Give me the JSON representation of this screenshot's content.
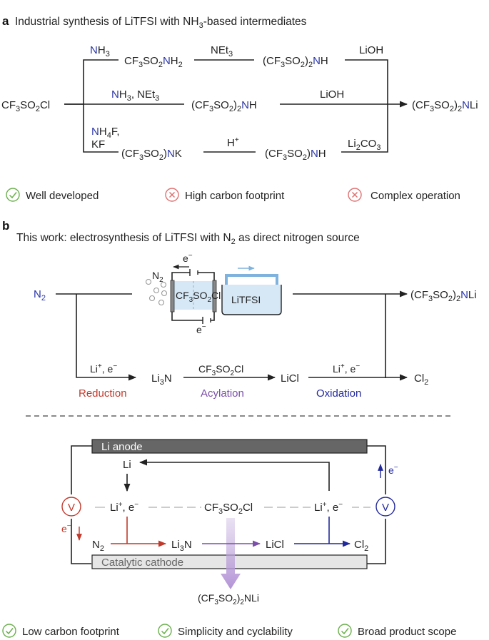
{
  "panel_a": {
    "label": "a",
    "title_pre": "Industrial synthesis of LiTFSI with NH",
    "title_sub": "3",
    "title_post": "-based intermediates",
    "start": {
      "a": "CF",
      "b": "3",
      "c": "SO",
      "d": "2",
      "e": "Cl"
    },
    "top": {
      "reagent_n": "N",
      "reagent_h": "H",
      "reagent_sub": "3",
      "inter": {
        "a": "CF",
        "b": "3",
        "c": "SO",
        "d": "2",
        "e": "N",
        "f": "H",
        "g": "2"
      },
      "reagent2": "NEt",
      "reagent2_sub": "3",
      "inter2": {
        "a": "(CF",
        "b": "3",
        "c": "SO",
        "d": "2",
        "e": ")",
        "f": "2",
        "g": "N",
        "h": "H"
      },
      "reagent3": "LiOH"
    },
    "middle": {
      "reagent_n": "N",
      "reagent_h": "H",
      "reagent_sub": "3",
      "reagent_tail": ", NEt",
      "reagent_tail_sub": "3",
      "inter": {
        "a": "(CF",
        "b": "3",
        "c": "SO",
        "d": "2",
        "e": ")",
        "f": "2",
        "g": "N",
        "h": "H"
      },
      "reagent2": "LiOH"
    },
    "bottom": {
      "reagent_n": "N",
      "reagent_h": "H",
      "reagent_sub": "4",
      "reagent_tail": "F,",
      "reagent_line2": "KF",
      "inter": {
        "a": "(CF",
        "b": "3",
        "c": "SO",
        "d": "2",
        "e": ")",
        "f": "N",
        "g": "K"
      },
      "reagent2": "H",
      "reagent2_sup": "+",
      "inter2": {
        "a": "(CF",
        "b": "3",
        "c": "SO",
        "d": "2",
        "e": ")",
        "f": "N",
        "g": "H"
      },
      "reagent3": "Li",
      "reagent3_sub": "2",
      "reagent3_tail": "CO",
      "reagent3_sub2": "3"
    },
    "product": {
      "a": "(CF",
      "b": "3",
      "c": "SO",
      "d": "2",
      "e": ")",
      "f": "2",
      "g": "N",
      "h": "Li"
    },
    "features": [
      "Well developed",
      "High carbon footprint",
      "Complex operation"
    ]
  },
  "panel_b": {
    "label": "b",
    "title_pre": "This work: electrosynthesis of LiTFSI with N",
    "title_sub": "2",
    "title_post": " as direct nitrogen source",
    "n2": {
      "a": "N",
      "b": "2"
    },
    "cell": {
      "n2": {
        "a": "N",
        "b": "2"
      },
      "electrolyte": {
        "a": "CF",
        "b": "3",
        "c": "SO",
        "d": "2",
        "e": "Cl"
      },
      "product_box": "LiTFSI",
      "e_top": "e",
      "e_bottom": "e",
      "minus": "−"
    },
    "product": {
      "a": "(CF",
      "b": "3",
      "c": "SO",
      "d": "2",
      "e": ")",
      "f": "2",
      "g": "N",
      "h": "Li"
    },
    "steps": {
      "r1": {
        "a": "Li",
        "b": "+",
        "c": ", e",
        "d": "−"
      },
      "li3n": {
        "a": "Li",
        "b": "3",
        "c": "N"
      },
      "r2": {
        "a": "CF",
        "b": "3",
        "c": "SO",
        "d": "2",
        "e": "Cl"
      },
      "licl": "LiCl",
      "r3": {
        "a": "Li",
        "b": "+",
        "c": ", e",
        "d": "−"
      },
      "cl2": {
        "a": "Cl",
        "b": "2"
      }
    },
    "step_names": [
      "Reduction",
      "Acylation",
      "Oxidation"
    ],
    "cycle": {
      "anode": "Li anode",
      "cathode": "Catalytic cathode",
      "li": "Li",
      "left_ion": {
        "a": "Li",
        "b": "+",
        "c": ", e",
        "d": "−"
      },
      "center": {
        "a": "CF",
        "b": "3",
        "c": "SO",
        "d": "2",
        "e": "Cl"
      },
      "right_ion": {
        "a": "Li",
        "b": "+",
        "c": ", e",
        "d": "−"
      },
      "voltmeter": "V",
      "e_left": {
        "a": "e",
        "b": "−"
      },
      "e_right": {
        "a": "e",
        "b": "−"
      },
      "n2": {
        "a": "N",
        "b": "2"
      },
      "li3n": {
        "a": "Li",
        "b": "3",
        "c": "N"
      },
      "licl": "LiCl",
      "cl2": {
        "a": "Cl",
        "b": "2"
      },
      "product": {
        "a": "(CF",
        "b": "3",
        "c": "SO",
        "d": "2",
        "e": ")",
        "f": "2",
        "g": "NLi"
      }
    },
    "features": [
      "Low carbon footprint",
      "Simplicity and cyclability",
      "Broad product scope"
    ]
  },
  "colors": {
    "nitrogen_blue": "#2b36a8",
    "reduction_red": "#c0392b",
    "acylation_purple": "#7b4fa8",
    "oxidation_navy": "#22299b",
    "check_green": "#6ab04c",
    "cross_red": "#e07070"
  }
}
